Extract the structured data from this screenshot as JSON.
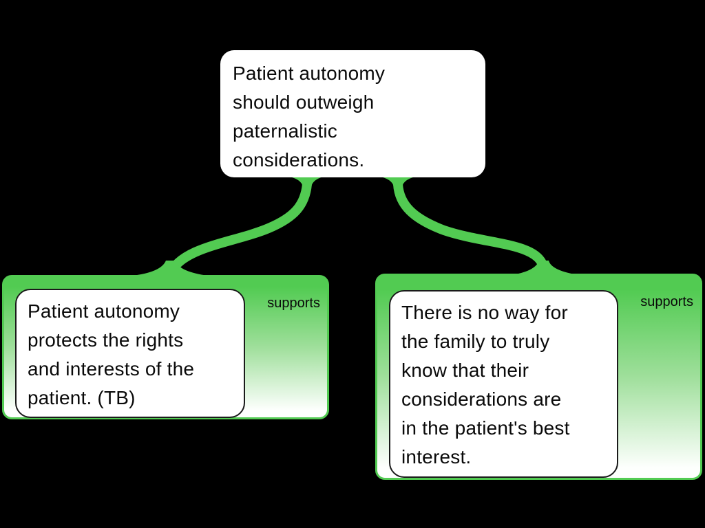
{
  "app": {
    "background_color": "#000000"
  },
  "colors": {
    "edge_green": "#52cb52",
    "reason_gradient_top": "#52cb52",
    "reason_gradient_bottom": "#ffffff",
    "node_fill": "#ffffff",
    "node_border": "#1a1a1a",
    "text": "#0a0a0a"
  },
  "map": {
    "root_claim": {
      "text": "Patient autonomy\nshould outweigh\npaternalistic\nconsiderations."
    },
    "reasons": [
      {
        "relation_label": "supports",
        "text": "Patient autonomy\nprotects the rights\nand interests of the\npatient. (TB)"
      },
      {
        "relation_label": "supports",
        "text": "There is no way for\nthe family to truly\nknow that their\nconsiderations are\nin the patient's best\ninterest."
      }
    ]
  }
}
